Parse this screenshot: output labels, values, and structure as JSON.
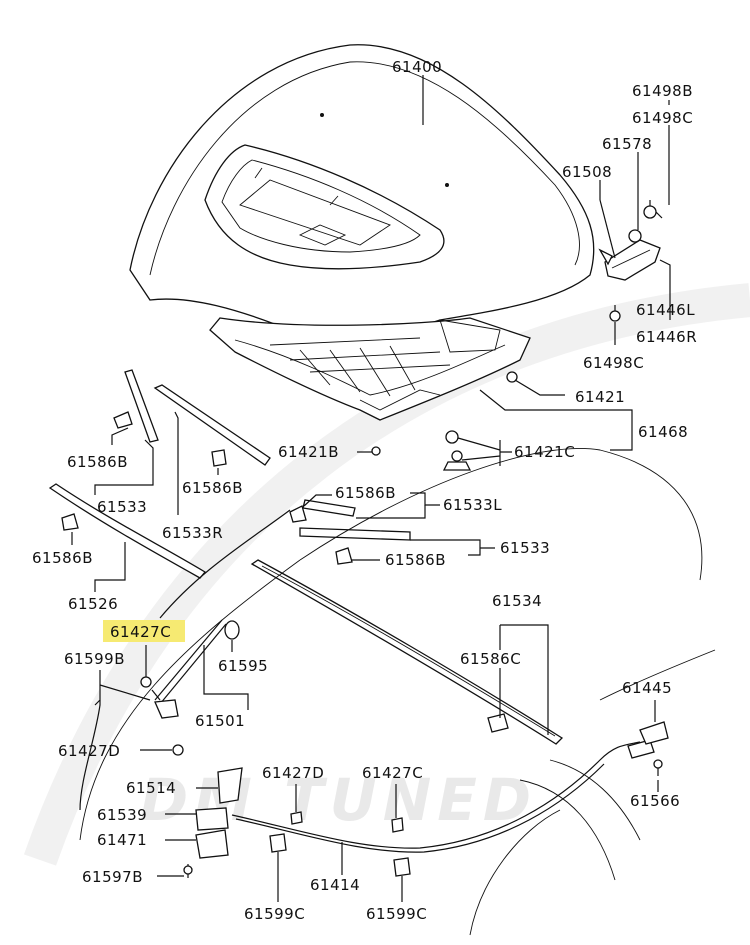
{
  "watermark": "DM TUNED",
  "highlight_color": "#f6ea72",
  "labels": {
    "p61400": "61400",
    "p61498b": "61498B",
    "p61498c_top": "61498C",
    "p61578": "61578",
    "p61508": "61508",
    "p61446l": "61446L",
    "p61446r": "61446R",
    "p61498c_mid": "61498C",
    "p61421": "61421",
    "p61468": "61468",
    "p61421b": "61421B",
    "p61421c": "61421C",
    "p61586b_a": "61586B",
    "p61533": "61533",
    "p61586b_b": "61586B",
    "p61533r": "61533R",
    "p61586b_c": "61586B",
    "p61533l": "61533L",
    "p61586b_d": "61586B",
    "p61533_b": "61533",
    "p61586b_e": "61586B",
    "p61526": "61526",
    "p61534": "61534",
    "p61427c_hl": "61427C",
    "p61586c": "61586C",
    "p61599b": "61599B",
    "p61595": "61595",
    "p61501": "61501",
    "p61445": "61445",
    "p61427d_a": "61427D",
    "p61514": "61514",
    "p61427d_b": "61427D",
    "p61427c_b": "61427C",
    "p61566": "61566",
    "p61539": "61539",
    "p61471": "61471",
    "p61414": "61414",
    "p61597b": "61597B",
    "p61599c_a": "61599C",
    "p61599c_b": "61599C"
  }
}
